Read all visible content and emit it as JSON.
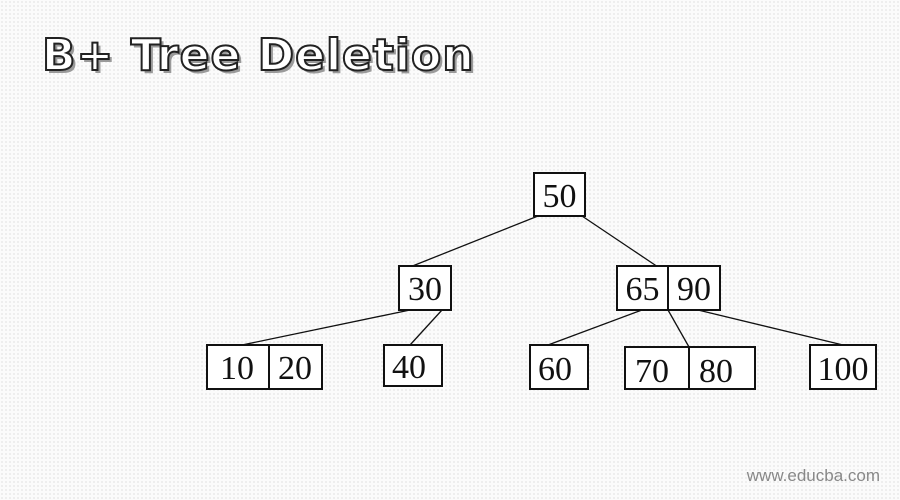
{
  "title": "B+ Tree Deletion",
  "watermark": "www.educba.com",
  "tree": {
    "root": {
      "keys": [
        "50"
      ]
    },
    "internal": [
      {
        "keys": [
          "30"
        ]
      },
      {
        "keys": [
          "65",
          "90"
        ]
      }
    ],
    "leaves": [
      {
        "keys": [
          "10",
          "20"
        ]
      },
      {
        "keys": [
          "40"
        ]
      },
      {
        "keys": [
          "60"
        ]
      },
      {
        "keys": [
          "70",
          "80"
        ]
      },
      {
        "keys": [
          "100"
        ]
      }
    ]
  }
}
